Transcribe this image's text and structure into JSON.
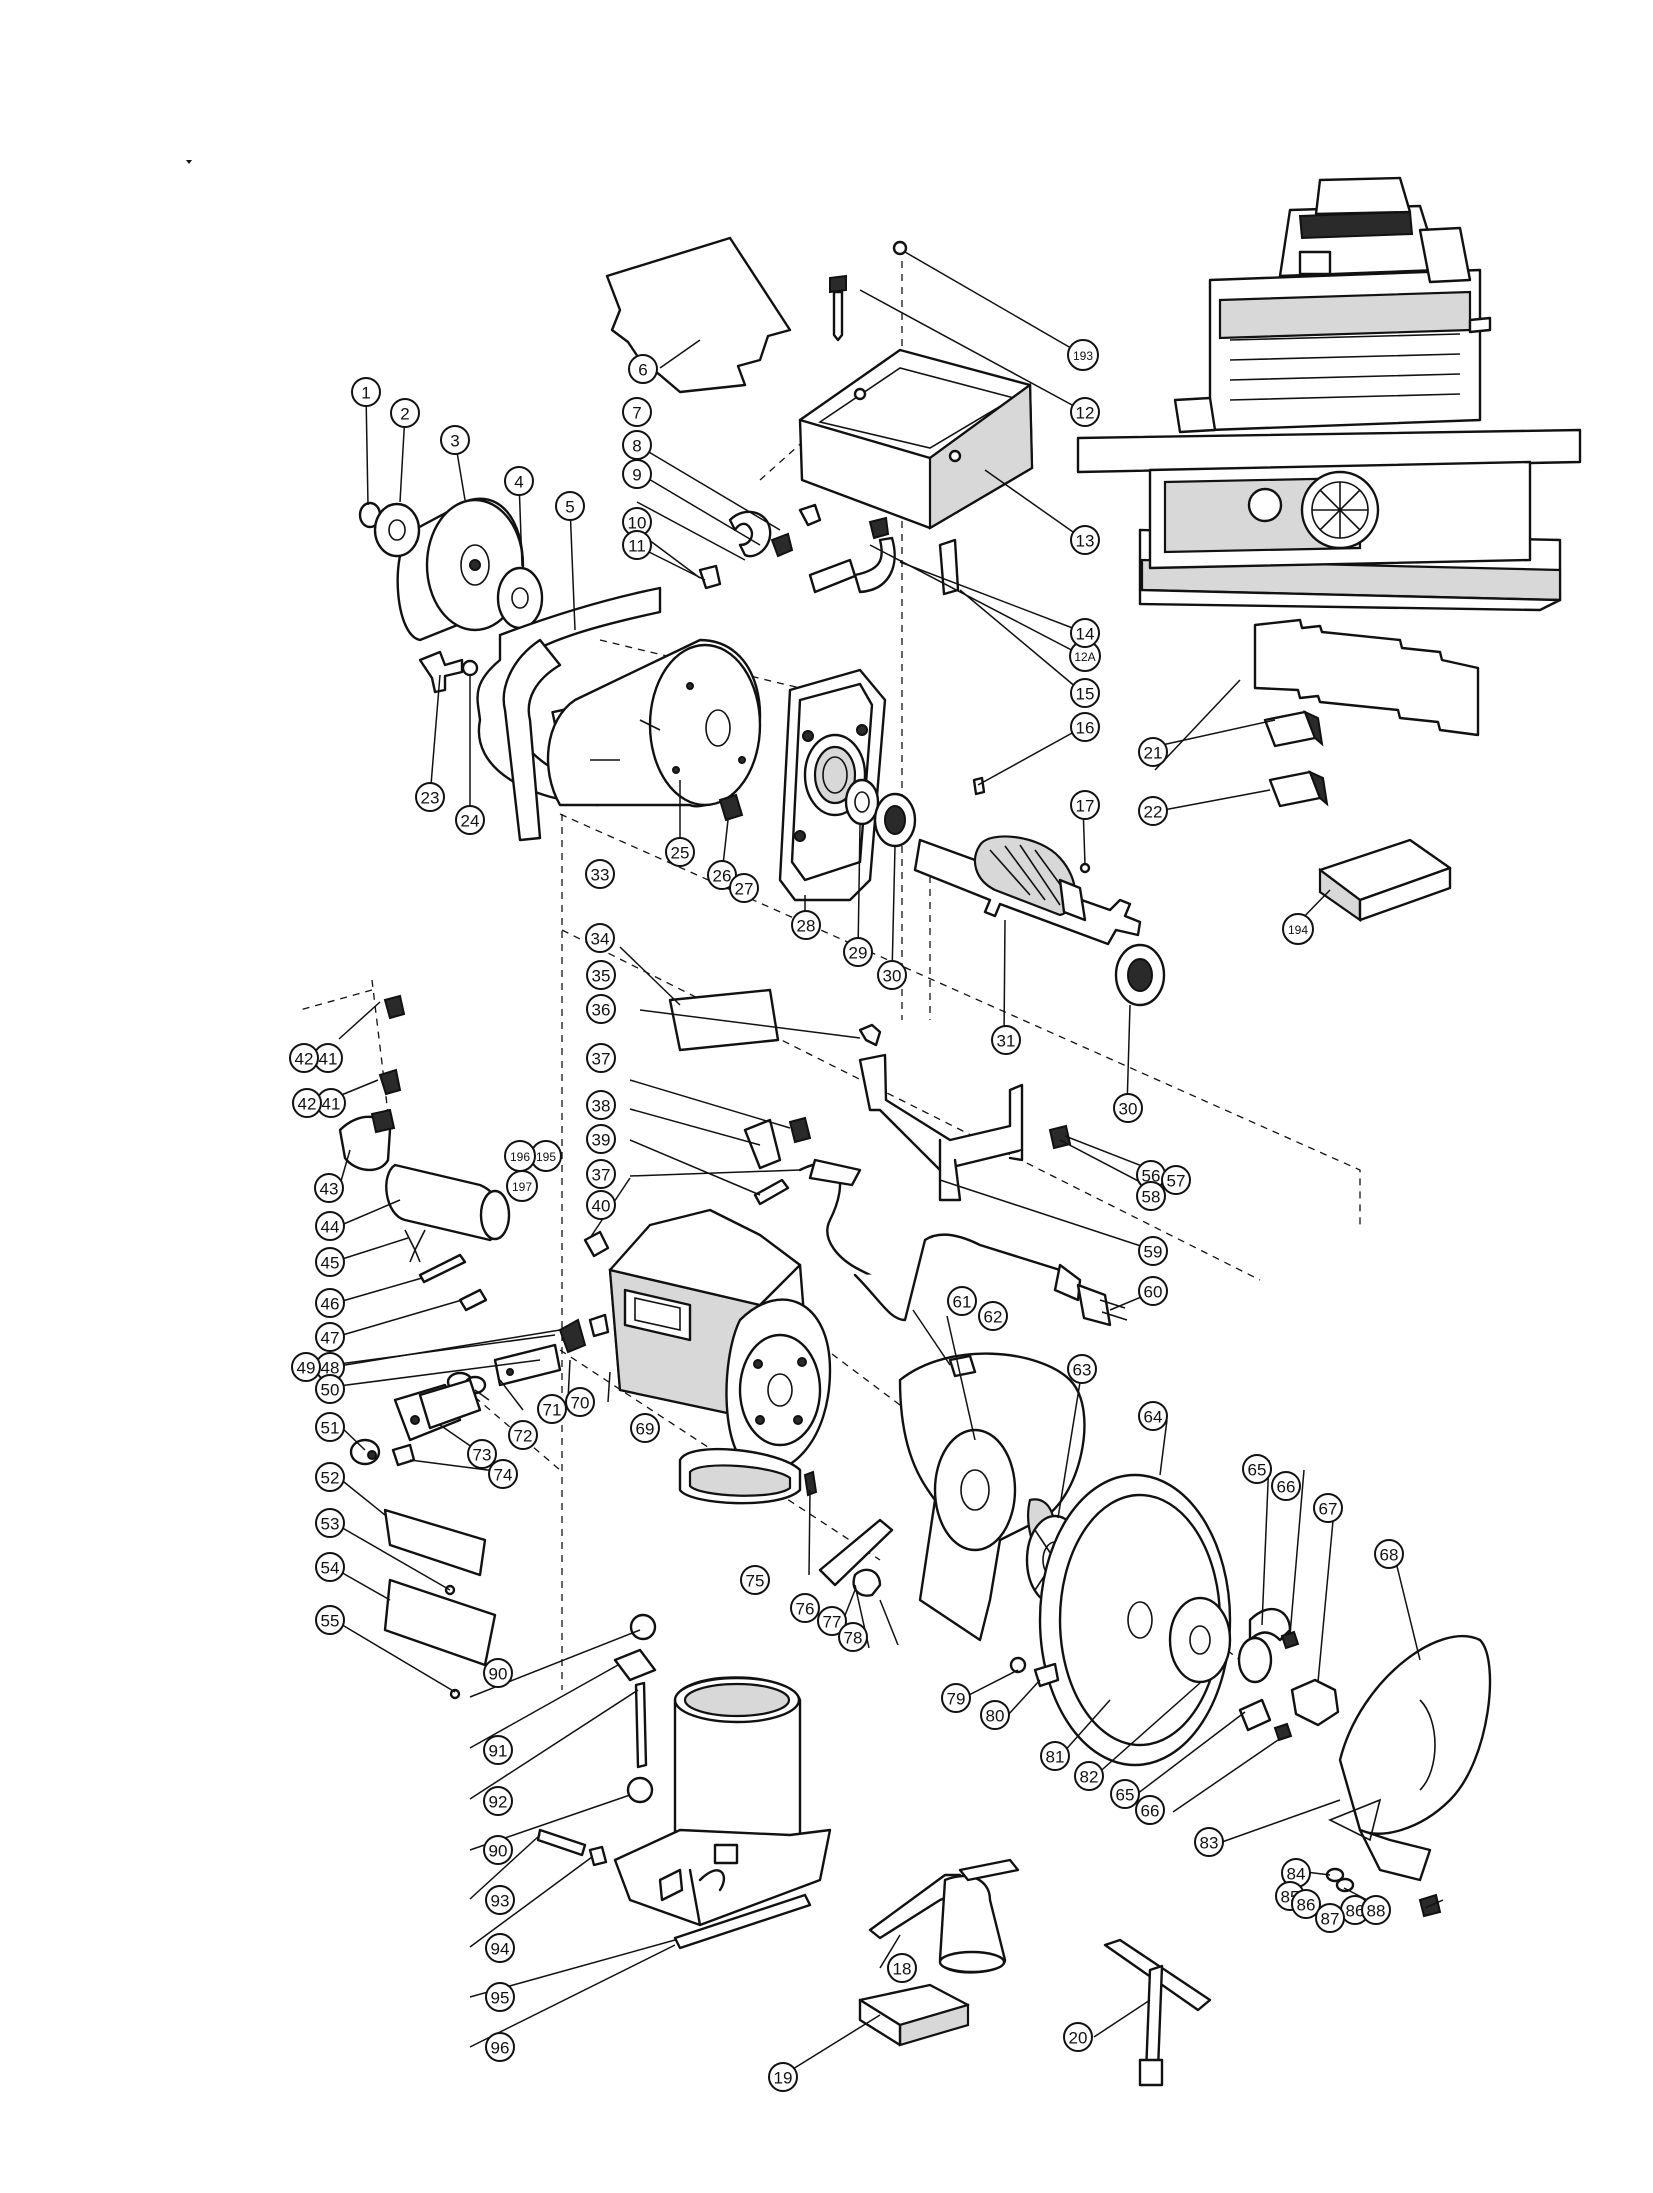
{
  "diagram": {
    "type": "exploded-parts-view",
    "callouts": [
      {
        "id": "c1",
        "label": "1"
      },
      {
        "id": "c2",
        "label": "2"
      },
      {
        "id": "c3",
        "label": "3"
      },
      {
        "id": "c4",
        "label": "4"
      },
      {
        "id": "c5",
        "label": "5"
      },
      {
        "id": "c6",
        "label": "6"
      },
      {
        "id": "c7",
        "label": "7"
      },
      {
        "id": "c8",
        "label": "8"
      },
      {
        "id": "c9",
        "label": "9"
      },
      {
        "id": "c10",
        "label": "10"
      },
      {
        "id": "c11",
        "label": "11"
      },
      {
        "id": "c12",
        "label": "12"
      },
      {
        "id": "c12a",
        "label": "12A"
      },
      {
        "id": "c13",
        "label": "13"
      },
      {
        "id": "c14",
        "label": "14"
      },
      {
        "id": "c15",
        "label": "15"
      },
      {
        "id": "c16",
        "label": "16"
      },
      {
        "id": "c17",
        "label": "17"
      },
      {
        "id": "c18",
        "label": "18"
      },
      {
        "id": "c19",
        "label": "19"
      },
      {
        "id": "c20",
        "label": "20"
      },
      {
        "id": "c21",
        "label": "21"
      },
      {
        "id": "c22",
        "label": "22"
      },
      {
        "id": "c23",
        "label": "23"
      },
      {
        "id": "c24",
        "label": "24"
      },
      {
        "id": "c25",
        "label": "25"
      },
      {
        "id": "c26",
        "label": "26"
      },
      {
        "id": "c27",
        "label": "27"
      },
      {
        "id": "c28",
        "label": "28"
      },
      {
        "id": "c29",
        "label": "29"
      },
      {
        "id": "c30a",
        "label": "30"
      },
      {
        "id": "c30b",
        "label": "30"
      },
      {
        "id": "c31",
        "label": "31"
      },
      {
        "id": "c33",
        "label": "33"
      },
      {
        "id": "c34",
        "label": "34"
      },
      {
        "id": "c35",
        "label": "35"
      },
      {
        "id": "c36",
        "label": "36"
      },
      {
        "id": "c37a",
        "label": "37"
      },
      {
        "id": "c37b",
        "label": "37"
      },
      {
        "id": "c38",
        "label": "38"
      },
      {
        "id": "c39",
        "label": "39"
      },
      {
        "id": "c40",
        "label": "40"
      },
      {
        "id": "c41a",
        "label": "41"
      },
      {
        "id": "c41b",
        "label": "41"
      },
      {
        "id": "c42a",
        "label": "42"
      },
      {
        "id": "c42b",
        "label": "42"
      },
      {
        "id": "c43",
        "label": "43"
      },
      {
        "id": "c44",
        "label": "44"
      },
      {
        "id": "c45",
        "label": "45"
      },
      {
        "id": "c46",
        "label": "46"
      },
      {
        "id": "c47",
        "label": "47"
      },
      {
        "id": "c48",
        "label": "48"
      },
      {
        "id": "c49",
        "label": "49"
      },
      {
        "id": "c50",
        "label": "50"
      },
      {
        "id": "c51",
        "label": "51"
      },
      {
        "id": "c52",
        "label": "52"
      },
      {
        "id": "c53",
        "label": "53"
      },
      {
        "id": "c54",
        "label": "54"
      },
      {
        "id": "c55",
        "label": "55"
      },
      {
        "id": "c56",
        "label": "56"
      },
      {
        "id": "c57",
        "label": "57"
      },
      {
        "id": "c58",
        "label": "58"
      },
      {
        "id": "c59",
        "label": "59"
      },
      {
        "id": "c60",
        "label": "60"
      },
      {
        "id": "c61",
        "label": "61"
      },
      {
        "id": "c62",
        "label": "62"
      },
      {
        "id": "c63",
        "label": "63"
      },
      {
        "id": "c64",
        "label": "64"
      },
      {
        "id": "c65a",
        "label": "65"
      },
      {
        "id": "c65b",
        "label": "65"
      },
      {
        "id": "c66a",
        "label": "66"
      },
      {
        "id": "c66b",
        "label": "66"
      },
      {
        "id": "c67",
        "label": "67"
      },
      {
        "id": "c68",
        "label": "68"
      },
      {
        "id": "c69",
        "label": "69"
      },
      {
        "id": "c70",
        "label": "70"
      },
      {
        "id": "c71",
        "label": "71"
      },
      {
        "id": "c72",
        "label": "72"
      },
      {
        "id": "c73",
        "label": "73"
      },
      {
        "id": "c74",
        "label": "74"
      },
      {
        "id": "c75",
        "label": "75"
      },
      {
        "id": "c76",
        "label": "76"
      },
      {
        "id": "c77",
        "label": "77"
      },
      {
        "id": "c78",
        "label": "78"
      },
      {
        "id": "c79",
        "label": "79"
      },
      {
        "id": "c80",
        "label": "80"
      },
      {
        "id": "c81",
        "label": "81"
      },
      {
        "id": "c82",
        "label": "82"
      },
      {
        "id": "c83",
        "label": "83"
      },
      {
        "id": "c84",
        "label": "84"
      },
      {
        "id": "c85",
        "label": "85"
      },
      {
        "id": "c86a",
        "label": "86"
      },
      {
        "id": "c86b",
        "label": "86"
      },
      {
        "id": "c87",
        "label": "87"
      },
      {
        "id": "c88",
        "label": "88"
      },
      {
        "id": "c90a",
        "label": "90"
      },
      {
        "id": "c90b",
        "label": "90"
      },
      {
        "id": "c91",
        "label": "91"
      },
      {
        "id": "c92",
        "label": "92"
      },
      {
        "id": "c93",
        "label": "93"
      },
      {
        "id": "c94",
        "label": "94"
      },
      {
        "id": "c95",
        "label": "95"
      },
      {
        "id": "c96",
        "label": "96"
      },
      {
        "id": "c193",
        "label": "193"
      },
      {
        "id": "c194",
        "label": "194"
      },
      {
        "id": "c195",
        "label": "195"
      },
      {
        "id": "c196",
        "label": "196"
      },
      {
        "id": "c197",
        "label": "197"
      }
    ]
  }
}
